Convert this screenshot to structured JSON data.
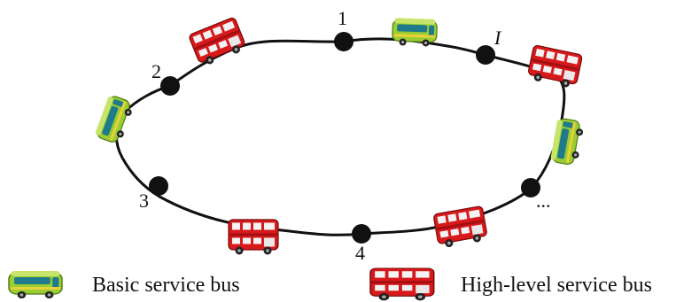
{
  "stops": [
    {
      "id": "stop-1",
      "label": "1"
    },
    {
      "id": "stop-2",
      "label": "2"
    },
    {
      "id": "stop-3",
      "label": "3"
    },
    {
      "id": "stop-4",
      "label": "4"
    },
    {
      "id": "stop-i",
      "label": "I"
    },
    {
      "id": "stop-ellipsis",
      "label": "..."
    }
  ],
  "legend": {
    "basic": {
      "label": "Basic service bus",
      "icon": "green-bus-icon",
      "color": "#8cc63f"
    },
    "high": {
      "label": "High-level service bus",
      "icon": "red-double-decker-bus-icon",
      "color": "#d7191c"
    }
  }
}
